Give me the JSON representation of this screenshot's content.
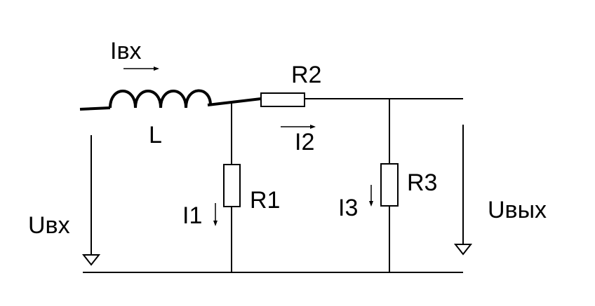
{
  "labels": {
    "i_in": "Iвх",
    "inductor": "L",
    "r2": "R2",
    "i2": "I2",
    "r1": "R1",
    "i1": "I1",
    "r3": "R3",
    "i3": "I3",
    "u_in": "Uвх",
    "u_out": "Uвых"
  },
  "colors": {
    "stroke": "#000000",
    "background": "#ffffff"
  }
}
